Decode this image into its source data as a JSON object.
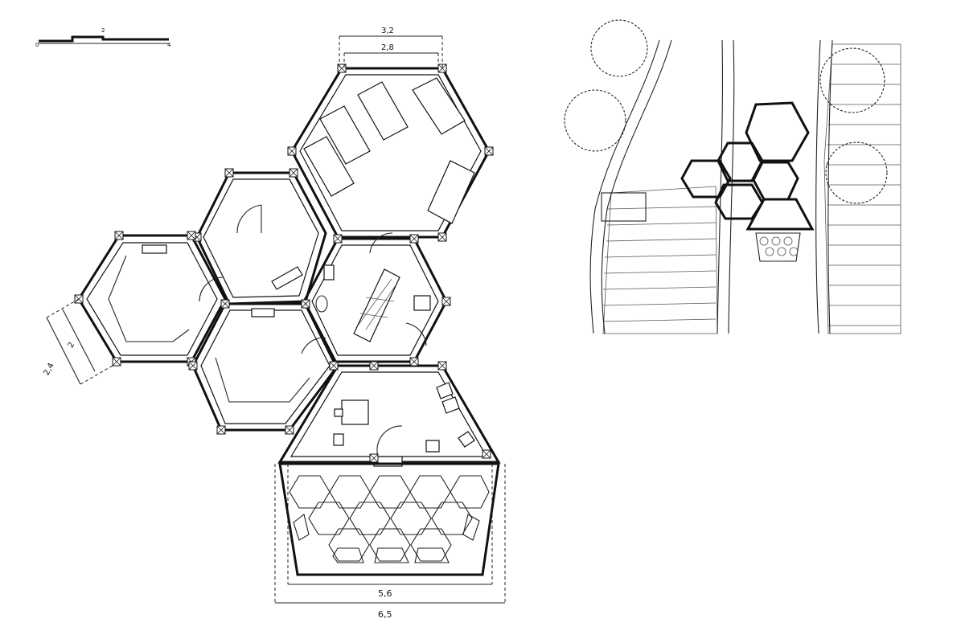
{
  "scale_bar": {
    "label_start": "0",
    "label_mid": "2",
    "label_end": "4"
  },
  "dimensions": {
    "top_outer": "3,2",
    "top_inner": "2,8",
    "left_outer": "2,4",
    "left_inner": "2",
    "bottom_inner": "5,6",
    "bottom_outer": "6,5"
  },
  "colors": {
    "ink": "#111111",
    "paper": "#ffffff"
  }
}
